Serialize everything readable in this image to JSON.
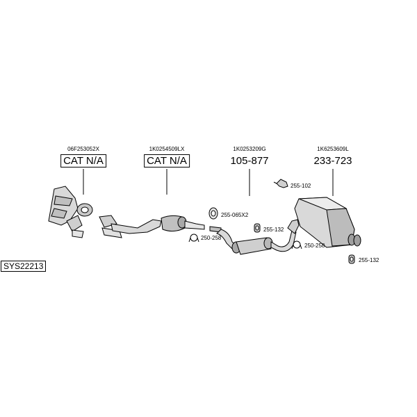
{
  "system_code": "SYS22213",
  "assemblies": [
    {
      "oem": "06F253052X",
      "price": "CAT N/A"
    },
    {
      "oem": "1K0254509LX",
      "price": "CAT N/A"
    },
    {
      "oem": "1K0253209G",
      "price": "105-877"
    },
    {
      "oem": "1K6253609L",
      "price": "233-723"
    }
  ],
  "parts": [
    {
      "code": "255-065X2"
    },
    {
      "code": "250-258"
    },
    {
      "code": "255-132"
    },
    {
      "code": "255-102"
    },
    {
      "code": "250-258"
    },
    {
      "code": "255-132"
    }
  ]
}
